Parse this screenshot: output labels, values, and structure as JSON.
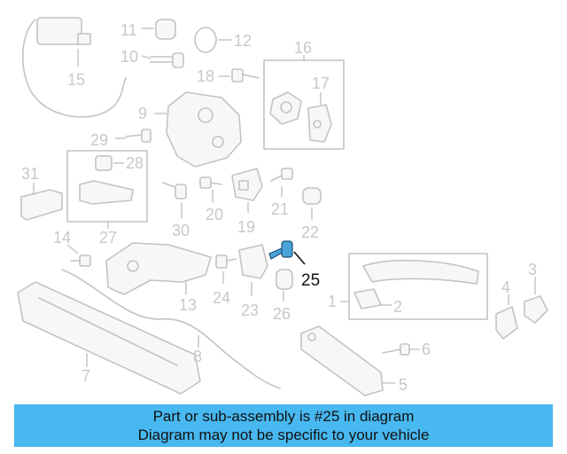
{
  "diagram": {
    "labels": [
      "1",
      "2",
      "3",
      "4",
      "5",
      "6",
      "7",
      "8",
      "9",
      "10",
      "11",
      "12",
      "13",
      "14",
      "15",
      "16",
      "17",
      "18",
      "19",
      "20",
      "21",
      "22",
      "23",
      "24",
      "25",
      "26",
      "27",
      "28",
      "29",
      "30",
      "31"
    ],
    "highlighted": "25",
    "highlight_color": "#4aa3d8",
    "line_color": "#c3c3c3"
  },
  "footer": {
    "line1": "Part or sub-assembly is #25 in diagram",
    "line2": "Diagram may not be specific to your vehicle",
    "background": "#48b8f0"
  }
}
